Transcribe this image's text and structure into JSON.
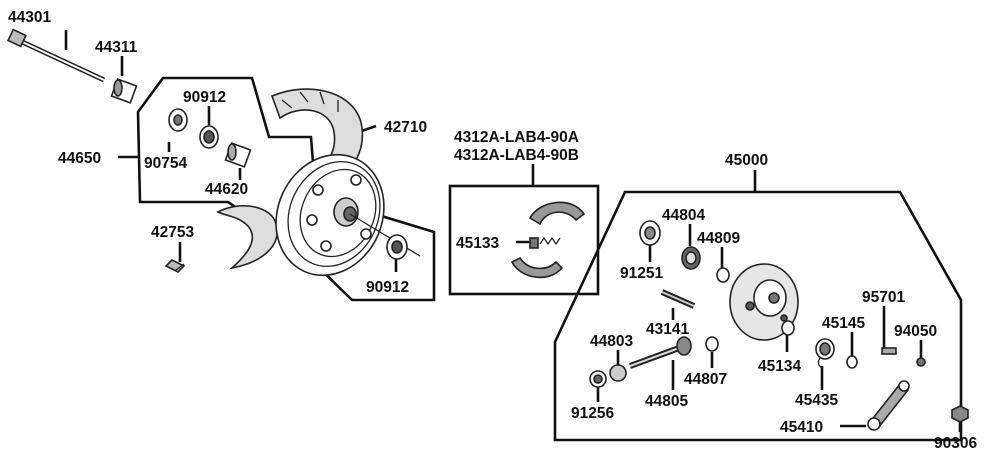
{
  "colors": {
    "ink": "#111111",
    "paper": "#ffffff",
    "shade": "#9a9a9a",
    "light": "#d9d9d9"
  },
  "labels": {
    "p44301": "44301",
    "p44311": "44311",
    "p90912a": "90912",
    "p90754": "90754",
    "p44650": "44650",
    "p44620": "44620",
    "p42710": "42710",
    "p42753": "42753",
    "p90912b": "90912",
    "p4312a": "4312A-LAB4-90A",
    "p4312b": "4312A-LAB4-90B",
    "p45133": "45133",
    "p45000": "45000",
    "p44804": "44804",
    "p44809": "44809",
    "p91251": "91251",
    "p95701": "95701",
    "p45145": "45145",
    "p94050": "94050",
    "p43141": "43141",
    "p44803": "44803",
    "p45134": "45134",
    "p44807": "44807",
    "p45435": "45435",
    "p91256": "91256",
    "p44805": "44805",
    "p45410": "45410",
    "p90306": "90306"
  }
}
